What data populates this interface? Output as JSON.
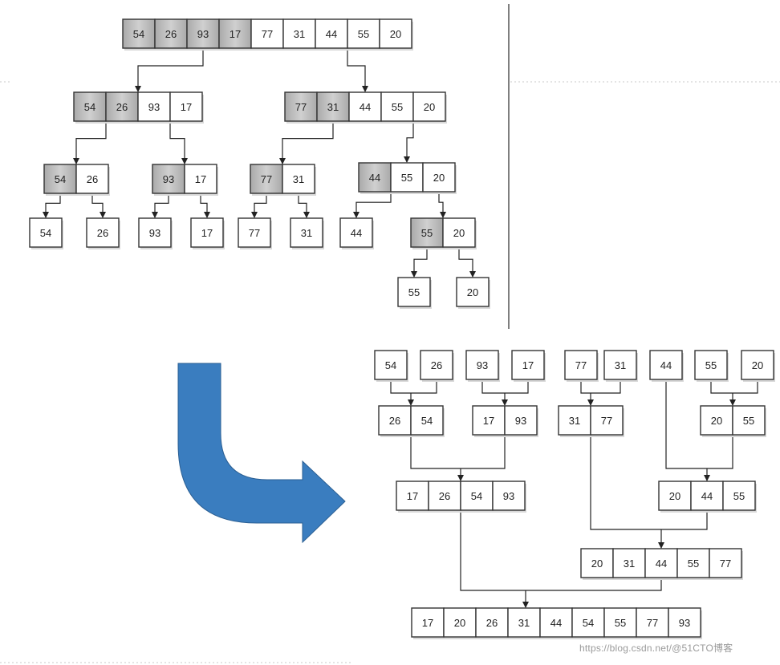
{
  "colors": {
    "cell_fill": "#ffffff",
    "cell_stroke": "#333333",
    "shade_fill": "#b8b8b8",
    "line": "#222222",
    "arrow_fill": "#3a7dbf",
    "arrow_stroke": "#2b5f93",
    "separator": "#555555",
    "dotted": "#c8c8c8"
  },
  "icons": {
    "transition_arrow": "curved-arrow-icon"
  },
  "split_phase": {
    "levels": [
      [
        {
          "values": [
            "54",
            "26",
            "93",
            "17",
            "77",
            "31",
            "44",
            "55",
            "20"
          ],
          "shaded": 4
        }
      ],
      [
        {
          "values": [
            "54",
            "26",
            "93",
            "17"
          ],
          "shaded": 2
        },
        {
          "values": [
            "77",
            "31",
            "44",
            "55",
            "20"
          ],
          "shaded": 2
        }
      ],
      [
        {
          "values": [
            "54",
            "26"
          ],
          "shaded": 1
        },
        {
          "values": [
            "93",
            "17"
          ],
          "shaded": 1
        },
        {
          "values": [
            "77",
            "31"
          ],
          "shaded": 1
        },
        {
          "values": [
            "44",
            "55",
            "20"
          ],
          "shaded": 1
        }
      ],
      [
        {
          "values": [
            "54"
          ],
          "shaded": 0
        },
        {
          "values": [
            "26"
          ],
          "shaded": 0
        },
        {
          "values": [
            "93"
          ],
          "shaded": 0
        },
        {
          "values": [
            "17"
          ],
          "shaded": 0
        },
        {
          "values": [
            "77"
          ],
          "shaded": 0
        },
        {
          "values": [
            "31"
          ],
          "shaded": 0
        },
        {
          "values": [
            "44"
          ],
          "shaded": 0
        },
        {
          "values": [
            "55",
            "20"
          ],
          "shaded": 1
        }
      ],
      [
        {
          "values": [
            "55"
          ],
          "shaded": 0
        },
        {
          "values": [
            "20"
          ],
          "shaded": 0
        }
      ]
    ]
  },
  "merge_phase": {
    "levels": [
      [
        {
          "values": [
            "54"
          ]
        },
        {
          "values": [
            "26"
          ]
        },
        {
          "values": [
            "93"
          ]
        },
        {
          "values": [
            "17"
          ]
        },
        {
          "values": [
            "77"
          ]
        },
        {
          "values": [
            "31"
          ]
        },
        {
          "values": [
            "44"
          ]
        },
        {
          "values": [
            "55"
          ]
        },
        {
          "values": [
            "20"
          ]
        }
      ],
      [
        {
          "values": [
            "26",
            "54"
          ]
        },
        {
          "values": [
            "17",
            "93"
          ]
        },
        {
          "values": [
            "31",
            "77"
          ]
        },
        {
          "values": [
            "20",
            "55"
          ]
        }
      ],
      [
        {
          "values": [
            "17",
            "26",
            "54",
            "93"
          ]
        },
        {
          "values": [
            "20",
            "44",
            "55"
          ]
        }
      ],
      [
        {
          "values": [
            "20",
            "31",
            "44",
            "55",
            "77"
          ]
        }
      ],
      [
        {
          "values": [
            "17",
            "20",
            "26",
            "31",
            "44",
            "54",
            "55",
            "77",
            "93"
          ]
        }
      ]
    ]
  },
  "watermark": "https://blog.csdn.net/@51CTO博客"
}
